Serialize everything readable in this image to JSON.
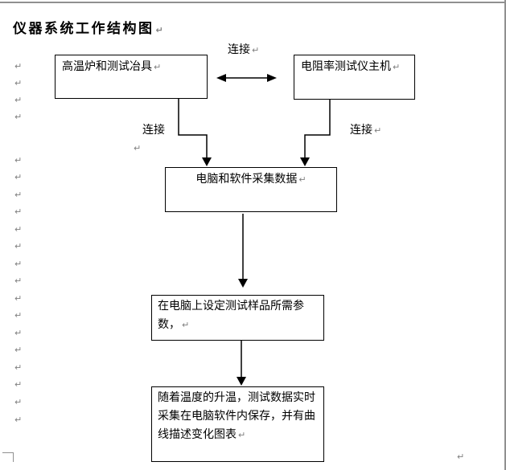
{
  "colors": {
    "line": "#000000",
    "box_border": "#000000",
    "paragraph_mark": "#808080",
    "page_edge": "#909090",
    "text": "#000000",
    "background": "#ffffff"
  },
  "glyphs": {
    "pilcrow": "↵"
  },
  "title": {
    "text": "仪器系统工作结构图"
  },
  "labels": {
    "connect_top": "连接",
    "connect_left": "连接",
    "connect_right": "连接"
  },
  "boxes": {
    "furnace": "高温炉和测试冶具",
    "tester": "电阻率测试仪主机",
    "computer": "电脑和软件采集数据",
    "params_lines": [
      "在电脑上设定测试样品所需参",
      "数，"
    ],
    "record_lines": [
      "随着温度的升温，测试数据实时",
      "采集在电脑软件内保存，并有曲",
      "线描述变化图表"
    ]
  },
  "diagram": {
    "type": "flowchart",
    "flow": [
      "高温炉和测试冶具 <-连接-> 电阻率测试仪主机",
      "高温炉和测试冶具 -连接-> 电脑和软件采集数据",
      "电阻率测试仪主机 -连接-> 电脑和软件采集数据",
      "电脑和软件采集数据 -> 在电脑上设定测试样品所需参数，",
      "在电脑上设定测试样品所需参数， -> 随着温度的升温，测试数据实时采集在电脑软件内保存，并有曲线描述变化图表"
    ]
  }
}
